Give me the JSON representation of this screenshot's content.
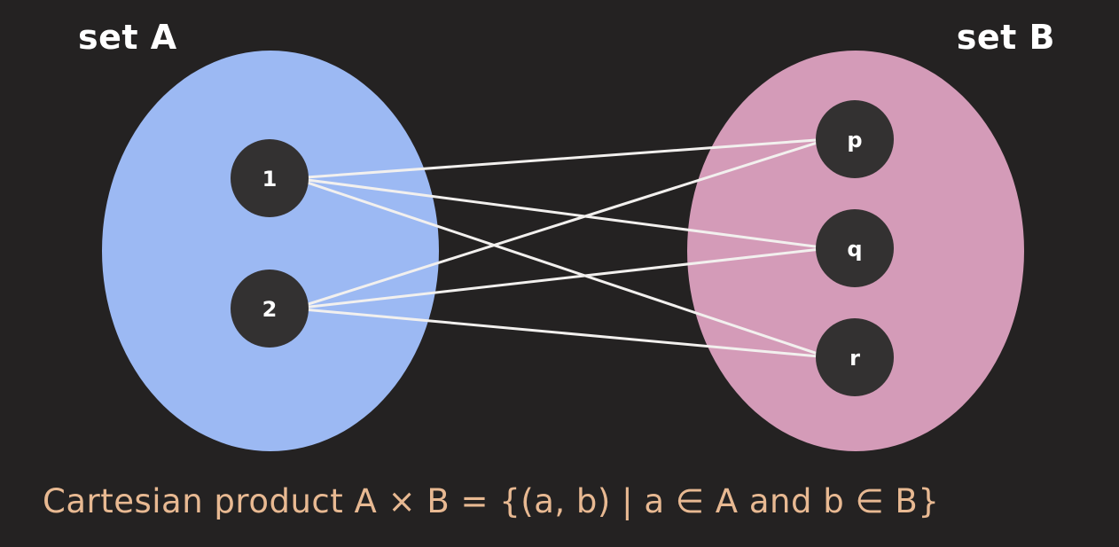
{
  "set_a": {
    "label": "set A",
    "color": "#9cb9f3",
    "elements": [
      "1",
      "2"
    ]
  },
  "set_b": {
    "label": "set B",
    "color": "#d49bb8",
    "elements": [
      "p",
      "q",
      "r"
    ]
  },
  "pairs": [
    [
      "1",
      "p"
    ],
    [
      "1",
      "q"
    ],
    [
      "1",
      "r"
    ],
    [
      "2",
      "p"
    ],
    [
      "2",
      "q"
    ],
    [
      "2",
      "r"
    ]
  ],
  "formula": "Cartesian product A × B = {(a, b) | a ∈ A and b ∈ B}",
  "colors": {
    "background": "#242222",
    "node": "#333131",
    "edge": "#f2f0ee",
    "formula": "#e8b992"
  }
}
